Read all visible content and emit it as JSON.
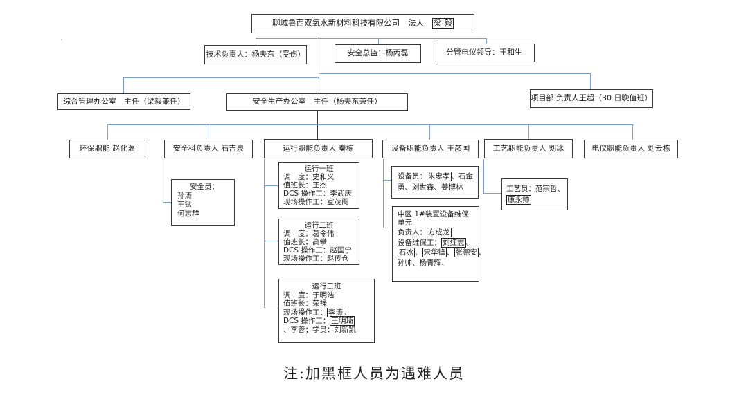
{
  "top": {
    "company": "聊城鲁西双氧水新材料科技有限公司",
    "legal_label": "法人",
    "legal_name": "梁 毅"
  },
  "level2": [
    {
      "text": "技术负责人：杨夫东（受伤）"
    },
    {
      "text": "安全总监：杨丙磊"
    },
    {
      "text": "分管电仪领导：王和生"
    }
  ],
  "level3": {
    "general_office": "综合管理办公室　主任（梁毅兼任）",
    "safety_office": "安全生产办公室　主任（杨夫东兼任）",
    "project_dept": "项目部 负责人王超（30 日晚值班）"
  },
  "functions": [
    {
      "text": "环保职能 赵化温"
    },
    {
      "text": "安全科负责人 石吉泉"
    },
    {
      "text": "运行职能负责人 秦栋"
    },
    {
      "text": "设备职能负责人 王彦国"
    },
    {
      "text": "工艺职能负责人 刘冰"
    },
    {
      "text": "电仪职能负责人 刘云栋"
    }
  ],
  "safety_staff": {
    "title": "安全员：",
    "members": [
      "孙涛",
      "王锰",
      "何志群"
    ]
  },
  "shifts": [
    {
      "title": "运行一班",
      "lines": [
        "调　度：史和义",
        "值班长：王杰",
        "DCS 操作工：李武庆",
        "现场操作工：宣茂阁"
      ]
    },
    {
      "title": "运行二班",
      "lines": [
        "调　度：葛令伟",
        "值班长：高攀",
        "DCS 操作工：赵国宁",
        "现场操作工：赵传仓"
      ]
    },
    {
      "title": "运行三班",
      "dispatcher": "调　度：于明浩",
      "leader": "值班长：荣禄",
      "field_label": "现场操作工：",
      "field_name": "李涛",
      "sep1": "、",
      "dcs_label": "DCS 操作工：",
      "dcs_name": "王明琦",
      "last_line": "、李蓉；学员：刘新凯"
    }
  ],
  "equipment_staff": {
    "label": "设备员：",
    "boxed": "朱忠孝",
    "rest1": "、石金",
    "rest2": "勇、刘世森、姜博林"
  },
  "maintenance_unit": {
    "title1": "中区 1#装置设备维保",
    "title2": "单元",
    "leader_label": "负责人：",
    "leader_name": "方成龙",
    "workers_label": "设备维保工：",
    "w1": "刘红志",
    "sep": "、",
    "w2": "石冰",
    "w3": "宋华锋",
    "w4": "张德安",
    "last_line": "孙帅、杨青辉、"
  },
  "process_staff": {
    "label": "工艺员：范宗哲、",
    "boxed": "康永帅"
  },
  "note": "注:加黑框人员为遇难人员",
  "colors": {
    "connector": "#7ea1c9",
    "trunk": "#333333",
    "border": "#3a3a3a"
  }
}
